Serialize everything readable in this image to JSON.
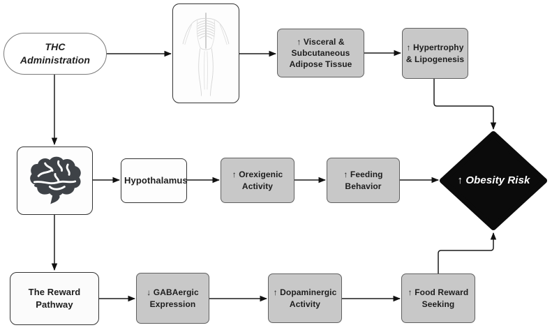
{
  "diagram": {
    "description": "Flowchart of THC administration pathways leading to increased obesity risk",
    "nodes": {
      "thc": {
        "label": "THC Administration"
      },
      "visceral": {
        "label": "↑ Visceral & Subcutaneous Adipose Tissue"
      },
      "hypertrophy": {
        "label": "↑ Hypertrophy & Lipogenesis"
      },
      "hypothalamus": {
        "label": "Hypothalamus"
      },
      "orexigenic": {
        "label": "↑ Orexigenic Activity"
      },
      "feeding": {
        "label": "↑ Feeding Behavior"
      },
      "obesity": {
        "label": "↑ Obesity Risk"
      },
      "reward": {
        "label": "The Reward Pathway"
      },
      "gaba": {
        "label": "↓ GABAergic Expression"
      },
      "dopaminergic": {
        "label": "↑ Dopaminergic Activity"
      },
      "food_reward": {
        "label": "↑ Food Reward Seeking"
      }
    },
    "icons": {
      "brain": "brain-icon",
      "body": "nervous-system-illustration"
    },
    "colors": {
      "node_fill_gray": "#c8c8c8",
      "node_border_gray": "#5f5f5f",
      "node_fill_white": "#fdfdfd",
      "node_border_dark": "#333333",
      "diamond_fill": "#0b0b0b",
      "diamond_text": "#ffffff",
      "connector": "#1a1a1a"
    }
  }
}
